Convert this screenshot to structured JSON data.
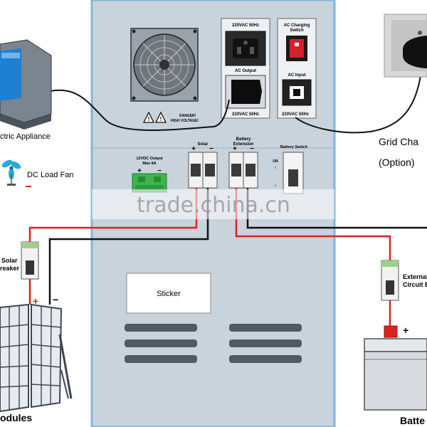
{
  "colors": {
    "cabinet": "#c9d3dc",
    "cabinet_edge": "#7fb7d9",
    "wire_red": "#d9231d",
    "wire_black": "#111111",
    "terminal_green": "#3db54a",
    "breaker_green": "#9fd08a",
    "switch_red": "#d2232a"
  },
  "labels": {
    "electric_appliance": "ctric Appliance",
    "dc_load_fan": "DC Load Fan",
    "grid_charging": "Grid Cha",
    "grid_option": "(Option)",
    "solar_breaker_line1": "Solar",
    "solar_breaker_line2": "reaker",
    "external_circuit_line1": "External",
    "external_circuit_line2": "Circuit B",
    "modules": "odules",
    "battery": "Batte",
    "sticker": "Sticker",
    "watermark": "trade.china.cn"
  },
  "panel_labels": {
    "ac_out_top": "220VAC 50Hz",
    "ac_output": "AC Output",
    "ac_out_bottom": "220VAC 50Hz",
    "ac_charging_line1": "AC Charging",
    "ac_charging_line2": "Switch",
    "ac_input": "AC Input",
    "ac_in_bottom": "220VAC 50Hz",
    "danger_line1": "DANGER!",
    "danger_line2": "HIGH VOLTAGE!",
    "dc_output_line1": "12VDC Output",
    "dc_output_line2": "Max 8A",
    "solar": "Solar",
    "battery_ext_line1": "Battery",
    "battery_ext_line2": "Extension",
    "battery_switch": "Battery Switch",
    "on": "ON",
    "plus": "+",
    "minus": "−"
  }
}
